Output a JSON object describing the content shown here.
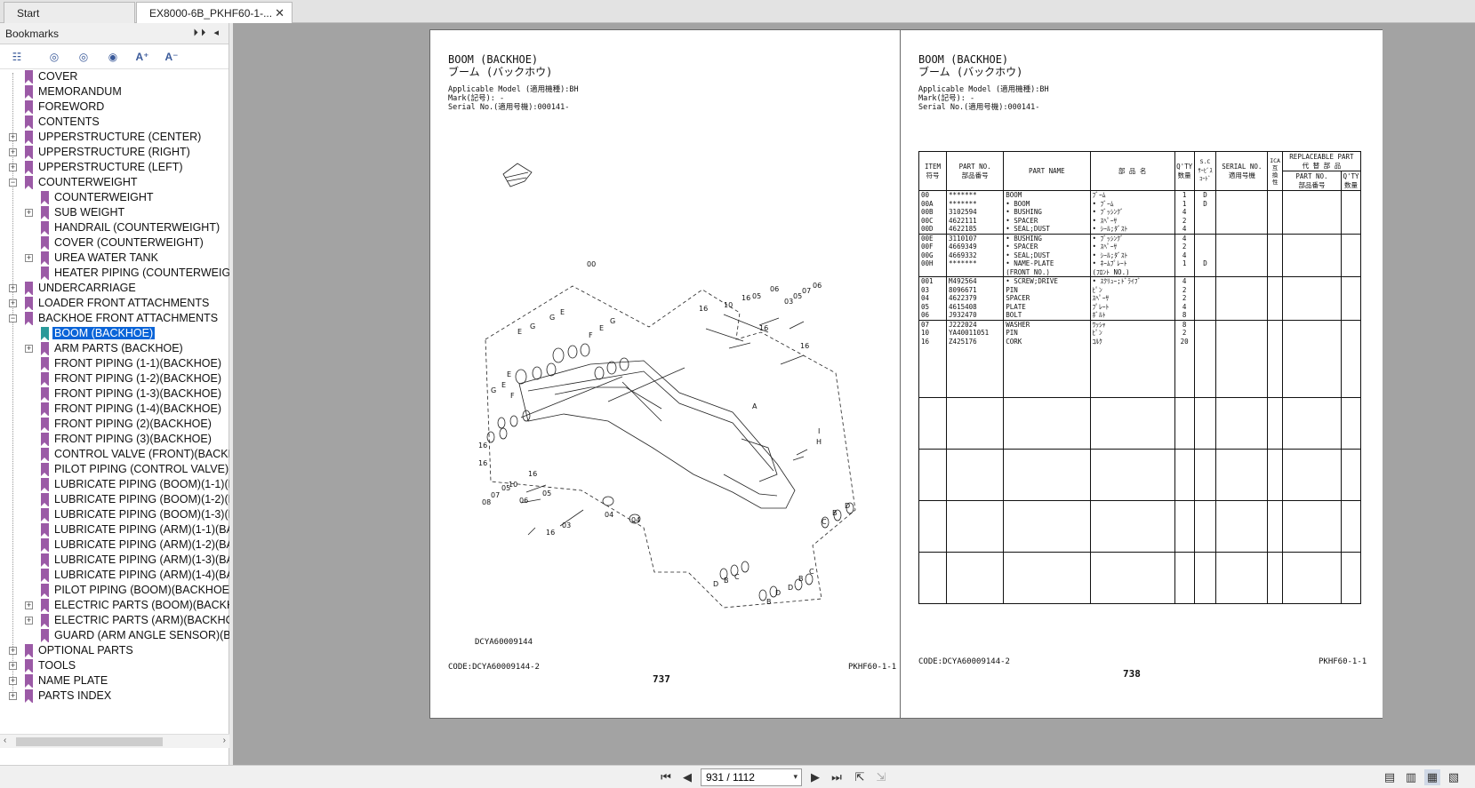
{
  "tabs": [
    {
      "label": "Start"
    },
    {
      "label": "EX8000-6B_PKHF60-1-..."
    }
  ],
  "sidebar": {
    "title": "Bookmarks",
    "header_controls": "⏵⏵ ◂",
    "tools": [
      "list-icon",
      "bookmark-search-icon",
      "bookmark-expand-icon",
      "bookmark-find-icon",
      "increase-font-icon",
      "decrease-font-icon"
    ],
    "tool_glyphs": [
      "☷",
      "◎",
      "◎",
      "◉",
      "A⁺",
      "A⁻"
    ],
    "items": [
      {
        "label": "COVER",
        "level": 0,
        "expander": ""
      },
      {
        "label": "MEMORANDUM",
        "level": 0,
        "expander": ""
      },
      {
        "label": "FOREWORD",
        "level": 0,
        "expander": ""
      },
      {
        "label": "CONTENTS",
        "level": 0,
        "expander": ""
      },
      {
        "label": "UPPERSTRUCTURE (CENTER)",
        "level": 0,
        "expander": "+"
      },
      {
        "label": "UPPERSTRUCTURE (RIGHT)",
        "level": 0,
        "expander": "+"
      },
      {
        "label": "UPPERSTRUCTURE (LEFT)",
        "level": 0,
        "expander": "+"
      },
      {
        "label": "COUNTERWEIGHT",
        "level": 0,
        "expander": "−"
      },
      {
        "label": "COUNTERWEIGHT",
        "level": 1,
        "expander": ""
      },
      {
        "label": "SUB WEIGHT",
        "level": 1,
        "expander": "+"
      },
      {
        "label": "HANDRAIL (COUNTERWEIGHT)",
        "level": 1,
        "expander": ""
      },
      {
        "label": "COVER (COUNTERWEIGHT)",
        "level": 1,
        "expander": ""
      },
      {
        "label": "UREA WATER TANK",
        "level": 1,
        "expander": "+"
      },
      {
        "label": "HEATER PIPING (COUNTERWEIGH",
        "level": 1,
        "expander": ""
      },
      {
        "label": "UNDERCARRIAGE",
        "level": 0,
        "expander": "+"
      },
      {
        "label": "LOADER FRONT ATTACHMENTS",
        "level": 0,
        "expander": "+"
      },
      {
        "label": "BACKHOE FRONT ATTACHMENTS",
        "level": 0,
        "expander": "−"
      },
      {
        "label": "BOOM (BACKHOE)",
        "level": 1,
        "expander": "",
        "selected": true
      },
      {
        "label": "ARM PARTS (BACKHOE)",
        "level": 1,
        "expander": "+"
      },
      {
        "label": "FRONT PIPING (1-1)(BACKHOE)",
        "level": 1,
        "expander": ""
      },
      {
        "label": "FRONT PIPING (1-2)(BACKHOE)",
        "level": 1,
        "expander": ""
      },
      {
        "label": "FRONT PIPING (1-3)(BACKHOE)",
        "level": 1,
        "expander": ""
      },
      {
        "label": "FRONT PIPING (1-4)(BACKHOE)",
        "level": 1,
        "expander": ""
      },
      {
        "label": "FRONT PIPING (2)(BACKHOE)",
        "level": 1,
        "expander": ""
      },
      {
        "label": "FRONT PIPING (3)(BACKHOE)",
        "level": 1,
        "expander": ""
      },
      {
        "label": "CONTROL VALVE (FRONT)(BACKH",
        "level": 1,
        "expander": ""
      },
      {
        "label": "PILOT PIPING (CONTROL VALVE)",
        "level": 1,
        "expander": ""
      },
      {
        "label": "LUBRICATE PIPING (BOOM)(1-1)(E",
        "level": 1,
        "expander": ""
      },
      {
        "label": "LUBRICATE PIPING (BOOM)(1-2)(E",
        "level": 1,
        "expander": ""
      },
      {
        "label": "LUBRICATE PIPING (BOOM)(1-3)(E",
        "level": 1,
        "expander": ""
      },
      {
        "label": "LUBRICATE PIPING (ARM)(1-1)(BA",
        "level": 1,
        "expander": ""
      },
      {
        "label": "LUBRICATE PIPING (ARM)(1-2)(BA",
        "level": 1,
        "expander": ""
      },
      {
        "label": "LUBRICATE PIPING (ARM)(1-3)(BA",
        "level": 1,
        "expander": ""
      },
      {
        "label": "LUBRICATE PIPING (ARM)(1-4)(BA",
        "level": 1,
        "expander": ""
      },
      {
        "label": "PILOT PIPING (BOOM)(BACKHOE)",
        "level": 1,
        "expander": ""
      },
      {
        "label": "ELECTRIC PARTS (BOOM)(BACKHC",
        "level": 1,
        "expander": "+"
      },
      {
        "label": "ELECTRIC PARTS (ARM)(BACKHOE",
        "level": 1,
        "expander": "+"
      },
      {
        "label": "GUARD (ARM ANGLE SENSOR)(BA",
        "level": 1,
        "expander": ""
      },
      {
        "label": "OPTIONAL PARTS",
        "level": 0,
        "expander": "+"
      },
      {
        "label": "TOOLS",
        "level": 0,
        "expander": "+"
      },
      {
        "label": "NAME PLATE",
        "level": 0,
        "expander": "+"
      },
      {
        "label": "PARTS INDEX",
        "level": 0,
        "expander": "+"
      }
    ]
  },
  "left_page": {
    "title_en": "BOOM (BACKHOE)",
    "title_jp": "ブーム (バックホウ)",
    "model": "Applicable Model (適用機種):BH",
    "mark": "Mark(記号): -",
    "serial": "Serial No.(適用号機):000141-",
    "drawing_code": "DCYA60009144",
    "code": "CODE:DCYA60009144-2",
    "page_number": "737",
    "section": "PKHF60-1-1",
    "callouts": [
      "00",
      "16",
      "10",
      "16",
      "05",
      "06",
      "03",
      "05",
      "07",
      "06",
      "16",
      "16",
      "E",
      "G",
      "G",
      "E",
      "F",
      "E",
      "G",
      "E",
      "F",
      "G",
      "E",
      "A",
      "I",
      "H",
      "16",
      "16",
      "05",
      "10",
      "16",
      "08",
      "07",
      "06",
      "05",
      "03",
      "16",
      "04",
      "04",
      "C",
      "B",
      "D",
      "D",
      "B",
      "C",
      "D",
      "B",
      "D",
      "D",
      "B",
      "C"
    ]
  },
  "right_page": {
    "title_en": "BOOM (BACKHOE)",
    "title_jp": "ブーム (バックホウ)",
    "model": "Applicable Model (適用機種):BH",
    "mark": "Mark(記号): -",
    "serial": "Serial No.(適用号機):000141-",
    "code": "CODE:DCYA60009144-2",
    "page_number": "738",
    "section": "PKHF60-1-1",
    "table_headers": {
      "item": "ITEM\n符号",
      "part_no": "PART NO.\n部品番号",
      "part_name": "PART NAME",
      "jp_name": "部 品 名",
      "qty": "Q'TY\n数量",
      "sc": "S.C\nｻｰﾋﾞｽ\nｺｰﾄﾞ",
      "serial": "SERIAL NO.\n適用号機",
      "ica": "ICA\n互\n換\n性",
      "replaceable": "REPLACEABLE PART\n代 替 部 品",
      "rp_part_no": "PART NO.\n部品番号",
      "rp_qty": "Q'TY\n数量"
    },
    "rows": [
      {
        "item": "00",
        "part_no": "*******",
        "name": "BOOM",
        "jp": "ﾌﾞｰﾑ",
        "qty": "1",
        "sc": "D"
      },
      {
        "item": "00A",
        "part_no": "*******",
        "name": "• BOOM",
        "jp": "• ﾌﾞｰﾑ",
        "qty": "1",
        "sc": "D"
      },
      {
        "item": "00B",
        "part_no": "3102594",
        "name": "• BUSHING",
        "jp": "• ﾌﾞｯｼﾝｸﾞ",
        "qty": "4",
        "sc": ""
      },
      {
        "item": "00C",
        "part_no": "4622111",
        "name": "• SPACER",
        "jp": "• ｽﾍﾟｰｻ",
        "qty": "2",
        "sc": ""
      },
      {
        "item": "00D",
        "part_no": "4622185",
        "name": "• SEAL;DUST",
        "jp": "• ｼｰﾙ;ﾀﾞｽﾄ",
        "qty": "4",
        "sc": "",
        "grpend": true
      },
      {
        "item": "00E",
        "part_no": "3110107",
        "name": "• BUSHING",
        "jp": "• ﾌﾞｯｼﾝｸﾞ",
        "qty": "4",
        "sc": ""
      },
      {
        "item": "00F",
        "part_no": "4669349",
        "name": "• SPACER",
        "jp": "• ｽﾍﾟｰｻ",
        "qty": "2",
        "sc": ""
      },
      {
        "item": "00G",
        "part_no": "4669332",
        "name": "• SEAL;DUST",
        "jp": "• ｼｰﾙ;ﾀﾞｽﾄ",
        "qty": "4",
        "sc": ""
      },
      {
        "item": "00H",
        "part_no": "*******",
        "name": "• NAME-PLATE",
        "jp": "• ﾈｰﾑﾌﾟﾚｰﾄ",
        "qty": "1",
        "sc": "D"
      },
      {
        "item": "",
        "part_no": "",
        "name": "(FRONT NO.)",
        "jp": "(ﾌﾛﾝﾄ NO.)",
        "qty": "",
        "sc": "",
        "grpend": true
      },
      {
        "item": "001",
        "part_no": "M492564",
        "name": "• SCREW;DRIVE",
        "jp": "• ｽｸﾘｭｰ;ﾄﾞﾗｲﾌﾞ",
        "qty": "4",
        "sc": ""
      },
      {
        "item": "03",
        "part_no": "8096671",
        "name": "PIN",
        "jp": "ﾋﾟﾝ",
        "qty": "2",
        "sc": ""
      },
      {
        "item": "04",
        "part_no": "4622379",
        "name": "SPACER",
        "jp": "ｽﾍﾟｰｻ",
        "qty": "2",
        "sc": ""
      },
      {
        "item": "05",
        "part_no": "4615408",
        "name": "PLATE",
        "jp": "ﾌﾟﾚｰﾄ",
        "qty": "4",
        "sc": ""
      },
      {
        "item": "06",
        "part_no": "J932470",
        "name": "BOLT",
        "jp": "ﾎﾞﾙﾄ",
        "qty": "8",
        "sc": "",
        "grpend": true
      },
      {
        "item": "07",
        "part_no": "J222024",
        "name": "WASHER",
        "jp": "ﾜｯｼｬ",
        "qty": "8",
        "sc": ""
      },
      {
        "item": "10",
        "part_no": "YA40011051",
        "name": "PIN",
        "jp": "ﾋﾟﾝ",
        "qty": "2",
        "sc": ""
      },
      {
        "item": "16",
        "part_no": "Z425176",
        "name": "CORK",
        "jp": "ｺﾙｸ",
        "qty": "20",
        "sc": ""
      }
    ]
  },
  "statusbar": {
    "page_indicator": "931 / 1112",
    "nav_glyphs": {
      "first": "⏮",
      "prev": "◀",
      "next": "▶",
      "last": "⏭",
      "a": "⇱",
      "b": "⇲"
    },
    "view_glyphs": [
      "▤",
      "▥",
      "▦",
      "▧"
    ]
  }
}
